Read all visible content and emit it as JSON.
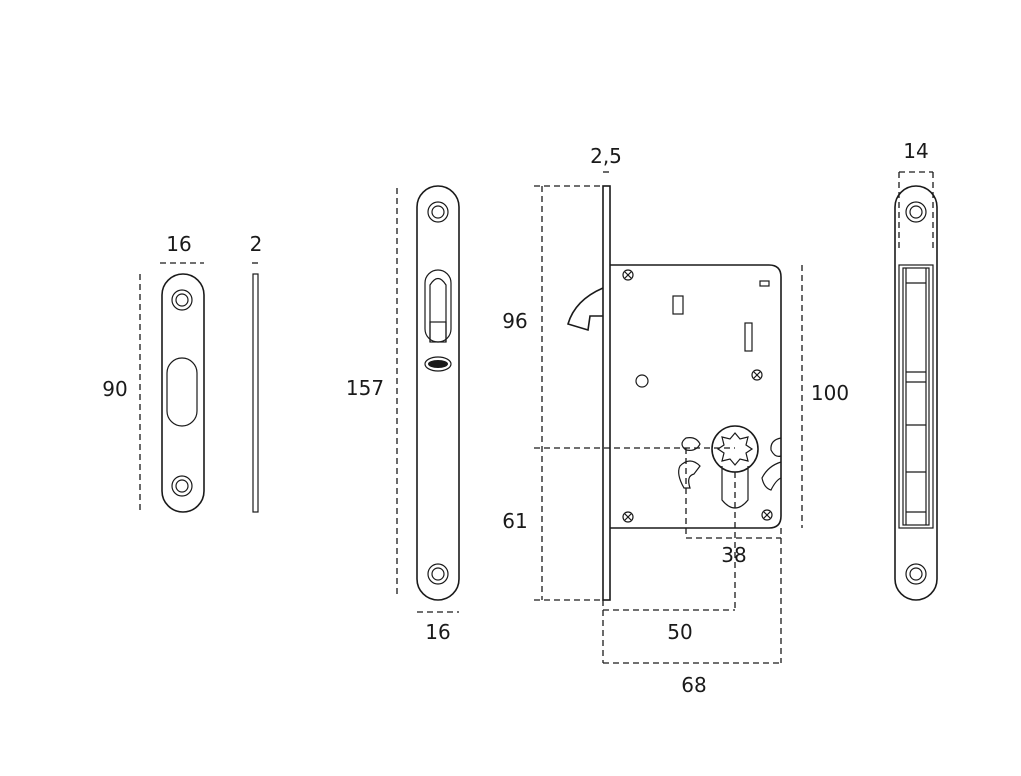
{
  "dimensions": {
    "strike_width": "16",
    "strike_thickness": "2",
    "strike_height": "90",
    "faceplate_height": "157",
    "faceplate_width": "16",
    "face_thickness": "2,5",
    "top_to_cylinder": "96",
    "bottom_to_cylinder": "61",
    "body_height": "100",
    "cylinder_spacing": "38",
    "backset": "50",
    "body_depth": "68",
    "side_width": "14"
  }
}
